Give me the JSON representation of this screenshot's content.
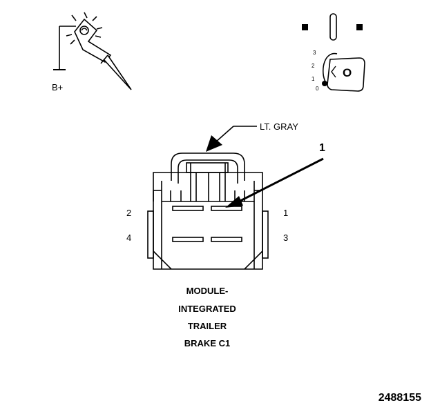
{
  "probe": {
    "supply_label": "B+"
  },
  "key_switch": {
    "positions": [
      "3",
      "2",
      "1",
      "0"
    ],
    "key_letter": "O"
  },
  "connector": {
    "wire_color_label": "LT. GRAY",
    "callout_number": "1",
    "pins": {
      "p1": "1",
      "p2": "2",
      "p3": "3",
      "p4": "4"
    },
    "title_lines": [
      "MODULE-",
      "INTEGRATED",
      "TRAILER",
      "BRAKE C1"
    ]
  },
  "figure_id": "2488155",
  "colors": {
    "ink": "#000000",
    "background": "#ffffff"
  }
}
